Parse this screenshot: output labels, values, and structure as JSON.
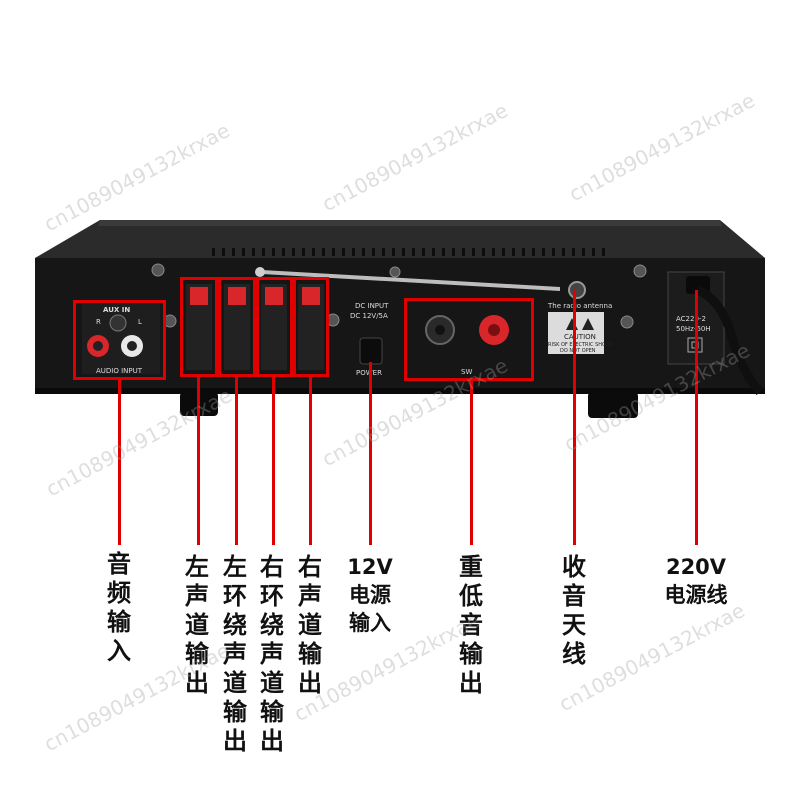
{
  "panel": {
    "aux_in": "AUX IN",
    "r_label": "R",
    "l_label": "L",
    "audio_input": "AUDIO INPUT",
    "dc_input": "DC INPUT",
    "dc_spec": "DC 12V/5A",
    "power": "POWER",
    "sw": "SW",
    "antenna_text": "The radio antenna",
    "caution": "CAUTION",
    "caution_line1": "RISK OF ELECTRIC SHOCK",
    "caution_line2": "DO NOT OPEN",
    "ac_line1": "AC220-2",
    "ac_line2": "50Hz-60H"
  },
  "labels": [
    {
      "id": "audio-in",
      "text": "音频输入"
    },
    {
      "id": "left-out",
      "text": "左声道输出"
    },
    {
      "id": "left-surround-out",
      "text": "左环绕声道输出"
    },
    {
      "id": "right-surround-out",
      "text": "右环绕声道输出"
    },
    {
      "id": "right-out",
      "text": "右声道输出"
    },
    {
      "id": "dc-12v-in",
      "text": "12V电源输入"
    },
    {
      "id": "subwoofer-out",
      "text": "重低音输出"
    },
    {
      "id": "radio-antenna",
      "text": "收音天线"
    },
    {
      "id": "ac-220v-cord",
      "text": "220V电源线"
    }
  ],
  "watermark": "cn1089049132krxae",
  "colors": {
    "callout_red": "#e00000",
    "chassis": "#1a1a1a",
    "terminal_red": "#d8262b"
  }
}
